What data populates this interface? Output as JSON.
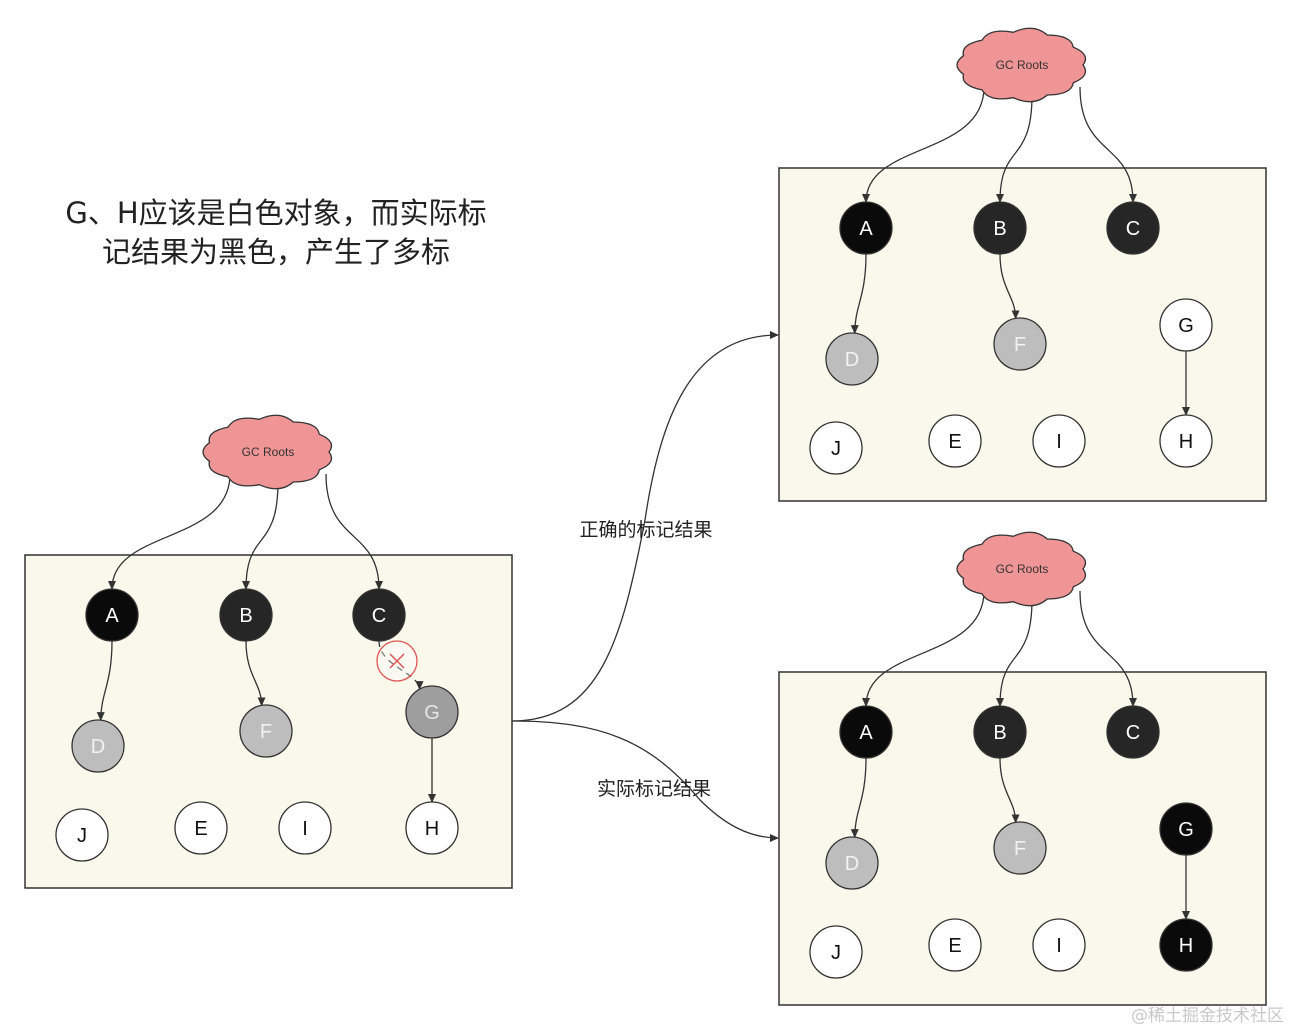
{
  "headline": {
    "line1": "G、H应该是白色对象，而实际标",
    "line2": "记结果为黑色，产生了多标"
  },
  "connectors": {
    "top_label": "正确的标记结果",
    "bottom_label": "实际标记结果"
  },
  "watermark": "@稀土掘金技术社区",
  "colors": {
    "black": "#0a0a0a",
    "dark_gray": "#262626",
    "gray": "#9e9e9e",
    "light_gray": "#bdbdbd",
    "white": "#ffffff",
    "cloud": "#f09595",
    "panel": "#f9f8eb",
    "cut_marker": "#e05555"
  },
  "panels": [
    {
      "name": "before",
      "root_label": "GC Roots",
      "nodes": [
        {
          "id": "A",
          "label": "A",
          "state": "black"
        },
        {
          "id": "B",
          "label": "B",
          "state": "dark_gray"
        },
        {
          "id": "C",
          "label": "C",
          "state": "dark_gray"
        },
        {
          "id": "D",
          "label": "D",
          "state": "light_gray"
        },
        {
          "id": "F",
          "label": "F",
          "state": "light_gray"
        },
        {
          "id": "G",
          "label": "G",
          "state": "gray"
        },
        {
          "id": "H",
          "label": "H",
          "state": "white"
        },
        {
          "id": "J",
          "label": "J",
          "state": "white"
        },
        {
          "id": "E",
          "label": "E",
          "state": "white"
        },
        {
          "id": "I",
          "label": "I",
          "state": "white"
        }
      ],
      "references": [
        {
          "from": "root",
          "to": "A"
        },
        {
          "from": "root",
          "to": "B"
        },
        {
          "from": "root",
          "to": "C"
        },
        {
          "from": "A",
          "to": "D"
        },
        {
          "from": "B",
          "to": "F"
        },
        {
          "from": "C",
          "to": "G",
          "removed": true
        },
        {
          "from": "G",
          "to": "H"
        }
      ]
    },
    {
      "name": "correct",
      "root_label": "GC Roots",
      "nodes": [
        {
          "id": "A",
          "label": "A",
          "state": "black"
        },
        {
          "id": "B",
          "label": "B",
          "state": "dark_gray"
        },
        {
          "id": "C",
          "label": "C",
          "state": "dark_gray"
        },
        {
          "id": "D",
          "label": "D",
          "state": "light_gray"
        },
        {
          "id": "F",
          "label": "F",
          "state": "light_gray"
        },
        {
          "id": "G",
          "label": "G",
          "state": "white"
        },
        {
          "id": "H",
          "label": "H",
          "state": "white"
        },
        {
          "id": "J",
          "label": "J",
          "state": "white"
        },
        {
          "id": "E",
          "label": "E",
          "state": "white"
        },
        {
          "id": "I",
          "label": "I",
          "state": "white"
        }
      ],
      "references": [
        {
          "from": "root",
          "to": "A"
        },
        {
          "from": "root",
          "to": "B"
        },
        {
          "from": "root",
          "to": "C"
        },
        {
          "from": "A",
          "to": "D"
        },
        {
          "from": "B",
          "to": "F"
        },
        {
          "from": "G",
          "to": "H"
        }
      ]
    },
    {
      "name": "actual",
      "root_label": "GC Roots",
      "nodes": [
        {
          "id": "A",
          "label": "A",
          "state": "black"
        },
        {
          "id": "B",
          "label": "B",
          "state": "dark_gray"
        },
        {
          "id": "C",
          "label": "C",
          "state": "dark_gray"
        },
        {
          "id": "D",
          "label": "D",
          "state": "light_gray"
        },
        {
          "id": "F",
          "label": "F",
          "state": "light_gray"
        },
        {
          "id": "G",
          "label": "G",
          "state": "black"
        },
        {
          "id": "H",
          "label": "H",
          "state": "black"
        },
        {
          "id": "J",
          "label": "J",
          "state": "white"
        },
        {
          "id": "E",
          "label": "E",
          "state": "white"
        },
        {
          "id": "I",
          "label": "I",
          "state": "white"
        }
      ],
      "references": [
        {
          "from": "root",
          "to": "A"
        },
        {
          "from": "root",
          "to": "B"
        },
        {
          "from": "root",
          "to": "C"
        },
        {
          "from": "A",
          "to": "D"
        },
        {
          "from": "B",
          "to": "F"
        },
        {
          "from": "G",
          "to": "H"
        }
      ]
    }
  ]
}
